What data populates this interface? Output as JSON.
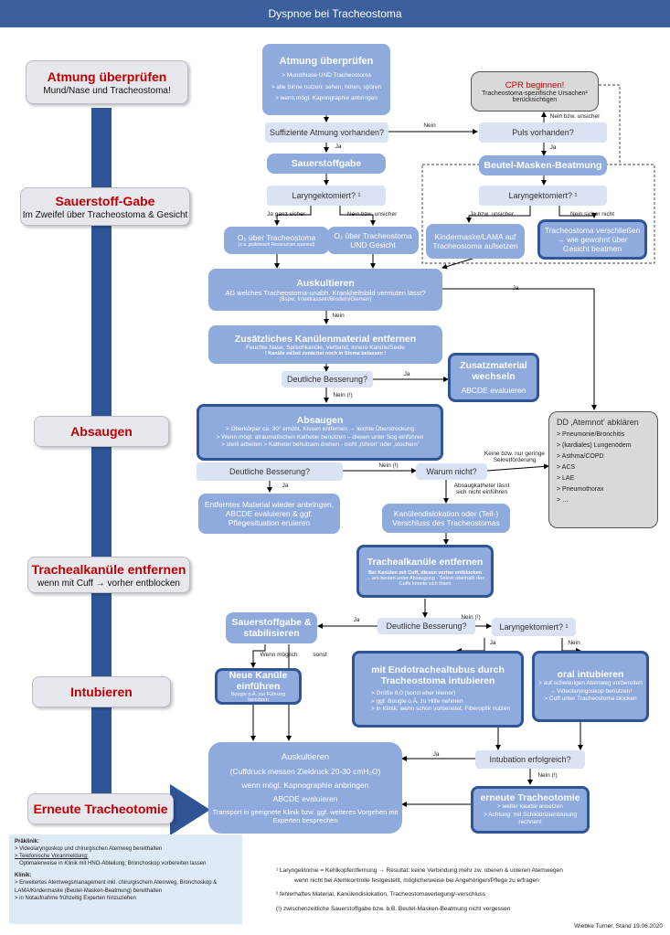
{
  "title": "Dyspnoe bei Tracheostoma",
  "stages": [
    {
      "title": "Atmung überprüfen",
      "sub": "Mund/Nase und Tracheostoma!"
    },
    {
      "title": "Sauerstoff-Gabe",
      "sub": "Im Zweifel über Tracheostoma & Gesicht"
    },
    {
      "title": "Absaugen",
      "sub": ""
    },
    {
      "title": "Trachealkanüle entfernen",
      "sub": "wenn mit Cuff → vorher entblocken"
    },
    {
      "title": "Intubieren",
      "sub": ""
    },
    {
      "title": "Erneute Tracheotomie",
      "sub": ""
    }
  ],
  "atmung": {
    "title": "Atmung überprüfen",
    "l1": "> Mund/Nase UND Tracheostoma",
    "l2": "> alle Sinne nutzen: sehen, hören, spüren",
    "l3": "> wenn mögl. Kapnographie anbringen"
  },
  "q_suff": "Suffiziente Atmung vorhanden?",
  "sauerstoffgabe": "Sauerstoffgabe",
  "q_laryng1": "Laryngektomiert? ¹",
  "o2_tracheo": {
    "t": "O₂ über Tracheostoma",
    "s": "(z.a. präklinisch Ressourcen sparend)"
  },
  "o2_both": {
    "t": "O₂ über Tracheostoma",
    "s": "UND Gesicht"
  },
  "cpr": {
    "t": "CPR beginnen!",
    "s": "Tracheostoma-spezifische Ursachen² berücksichtigen"
  },
  "q_puls": "Puls vorhanden?",
  "bmb": "Beutel-Masken-Beatmung",
  "q_laryng2": "Laryngektomiert? ¹",
  "kindermaske": "Kindermaske/LAMA auf Tracheostoma aufsetzen",
  "verschliessen": "Tracheostoma verschließen → wie gewohnt über Gesicht beatmen",
  "auskult1": {
    "t": "Auskultieren",
    "l1": "AG welches Tracheostoma-unabh. Krankheitsbild vermuten lässt?",
    "l2": "(Bspw. Infektrasseln/Brodeln/Giemen)"
  },
  "zusatz_entfernen": {
    "t": "Zusätzliches Kanülenmaterial entfernen",
    "l1": "Feuchte Nase, Sprechkanüle, Verband, innere Kanüle/Seele",
    "l2": "! Kanüle selbst zunächst noch in Stoma belassen !"
  },
  "q_besser1": "Deutliche Besserung?",
  "zusatz_wechseln": {
    "t": "Zusatzmaterial wechseln",
    "s": "ABCDE evaluieren"
  },
  "absaugen": {
    "t": "Absaugen",
    "l1": "> Oberkörper ca. 30° erhöht, Kissen entfernen → leichte Überstreckung",
    "l2": "> Wenn mögl. atraumatischen Katheter benutzen – diesen unter Sog einführen",
    "l3": "> steril arbeiten    > Katheter behutsam drehen - nicht ‚rühren' oder ‚stochern'"
  },
  "q_besser2": "Deutliche Besserung?",
  "q_warum": "Warum nicht?",
  "entfernt_anbringen": "Entferntes Material wieder anbringen, ABCDE evaluieren & ggf. Pflegesituation eruieren",
  "dislokation": "Kanülendislokation oder (Teil-) Verschluss des Tracheostomas",
  "dd": {
    "t": "DD ‚Atemnot' abklären",
    "items": [
      "> Pneumonie/Bronchitis",
      "> (kardiales) Lungenödem",
      "> Asthma/COPD",
      "> ACS",
      "> LAE",
      "> Pneumothorax",
      "> …"
    ]
  },
  "tk_entfernen": {
    "t": "Trachealkanüle entfernen",
    "l1": "Bei Kanülen mit Cuff, diesen vorher entblocken",
    "l2": "→ am besten unter Absaugung - Sekret oberhalb des Cuffs könnte sich lösen"
  },
  "q_besser3": "Deutliche Besserung?",
  "q_laryng3": "Laryngektomiert? ¹",
  "o2_stab": "Sauerstoffgabe & stabilisieren",
  "neue_kanuele": {
    "t": "Neue Kanüle einführen",
    "s": "Bougie o.Ä. zur Führung benutzen"
  },
  "endo": {
    "t": "mit Endotrachealtubus durch Tracheostoma intubieren",
    "l1": "> Größe 6,0 (sonst eher kleiner)",
    "l2": "> ggf. Bougie o.Ä. zu Hilfe nehmen",
    "l3": "> in Klinik: wenn schon vorbereitet, Fiberoptik nutzen"
  },
  "oral": {
    "t": "oral intubieren",
    "l1": "> auf schwierigen Atemweg vorbereiten",
    "l2": "→ Videolaryngoskop benutzen!",
    "l3": "> Cuff unter Tracheostoma blocken"
  },
  "q_intub": "Intubation erfolgreich?",
  "auskult2": {
    "t": "Auskultieren",
    "l1": "(Cuffdruck messen Zieldruck 20-30 cmH₂O)",
    "l2": "wenn mögl. Kapnographie anbringen",
    "l3": "ABCDE evaluieren",
    "l4": "Transport in geeignete Klinik bzw. ggf. weiteres Vorgehen mit Experten besprechen"
  },
  "erneute": {
    "t": "erneute Tracheotomie",
    "l1": "> weiter kaudal ansetzen",
    "l2": "> Achtung: mit Schilddrüsenblutung rechnen!"
  },
  "labels": {
    "nein": "Nein",
    "ja": "Ja",
    "nein_bzw_unsicher": "Nein bzw. unsicher",
    "ja_ganz_sicher": "Ja ganz sicher",
    "ja_bzw_unsicher": "Ja bzw. unsicher",
    "nein_sicher_nicht": "Nein sicher nicht",
    "nein_i": "Nein (!)",
    "keine_bzw": "Keine bzw. nur geringe Sekretförderung",
    "absaugkatheter": "Absaugkatheter lässt sich nicht einführen",
    "wenn_moeglich": "Wenn möglich",
    "sonst": "sonst"
  },
  "notes": {
    "pk_t": "Präklinik:",
    "pk1": "> Videolaryngoskop und chirurgischen Atemweg bereithalten",
    "pk2": "> Telefonische Voranmeldung:",
    "pk3": "Optimalerweise in Klinik mit HNO-Abteilung; Bronchoskop vorbereiten lassen",
    "kl_t": "Klinik:",
    "kl1": "> Erweitertes Atemwegsmanagement inkl. chirurgischem Atemweg, Bronchoskop & LAMA/Kindermaske (Beutel-Masken-Beatmung) bereithalten",
    "kl2": "> in Notaufnahme frühzeitig Experten hinzuziehen"
  },
  "footnotes": {
    "f1a": "¹   Laryngektomie = Kehlkopfentfernung → Resultat: keine Verbindung mehr zw. oberen & unteren Atemwegen",
    "f1b": "wenn nicht bei Atemkontrolle festgestellt, möglicherweise bei Angehörigen/Pflege zu erfragen",
    "f2": "²   fehlerhaftes Material, Kanülendislokation, Tracheostomaverlegung/-verschluss",
    "f3": "(!) zwischenzeitliche Sauerstoffgabe bzw. b.B. Beutel-Masken-Beatmung nicht vergessen",
    "author": "Wiebke Turner, Stand 19.06.2020"
  }
}
